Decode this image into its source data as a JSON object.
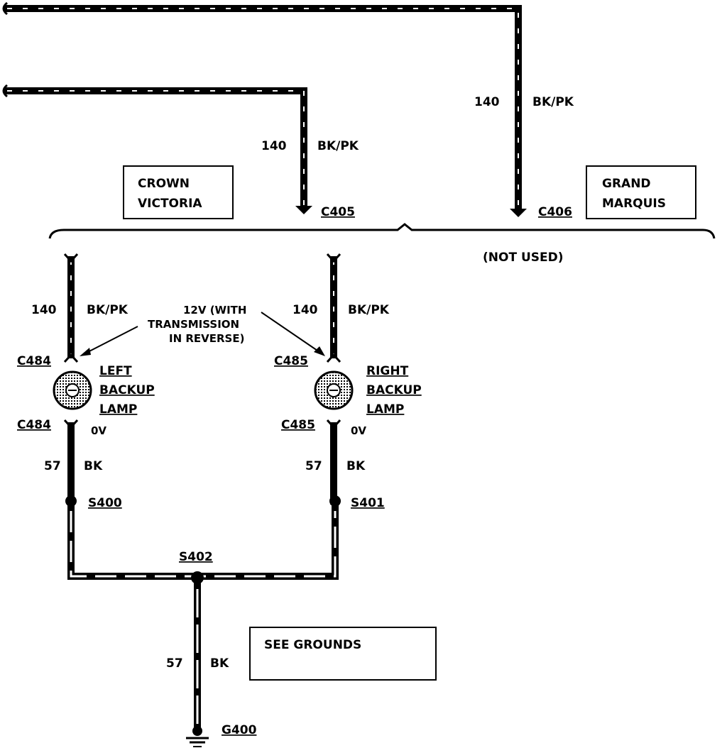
{
  "diagram": {
    "wire_140_top": {
      "circuit": "140",
      "color": "BK/PK"
    },
    "wire_140_mid": {
      "circuit": "140",
      "color": "BK/PK"
    },
    "wire_140_left": {
      "circuit": "140",
      "color": "BK/PK"
    },
    "wire_140_right": {
      "circuit": "140",
      "color": "BK/PK"
    },
    "wire_57_left": {
      "circuit": "57",
      "color": "BK"
    },
    "wire_57_right": {
      "circuit": "57",
      "color": "BK"
    },
    "wire_57_ground": {
      "circuit": "57",
      "color": "BK"
    },
    "crown_victoria": {
      "line1": "CROWN",
      "line2": "VICTORIA"
    },
    "grand_marquis": {
      "line1": "GRAND",
      "line2": "MARQUIS"
    },
    "connectors": {
      "c405": "C405",
      "c406": "C406",
      "c484_top": "C484",
      "c484_bottom": "C484",
      "c485_top": "C485",
      "c485_bottom": "C485"
    },
    "not_used": "(NOT USED)",
    "voltage_note": {
      "line1": "12V (WITH",
      "line2": "TRANSMISSION",
      "line3": "IN REVERSE)"
    },
    "left_lamp": {
      "line1": "LEFT",
      "line2": "BACKUP",
      "line3": "LAMP",
      "voltage": "0V"
    },
    "right_lamp": {
      "line1": "RIGHT",
      "line2": "BACKUP",
      "line3": "LAMP",
      "voltage": "0V"
    },
    "splices": {
      "s400": "S400",
      "s401": "S401",
      "s402": "S402"
    },
    "ground": "G400",
    "see_grounds": "SEE GROUNDS"
  }
}
